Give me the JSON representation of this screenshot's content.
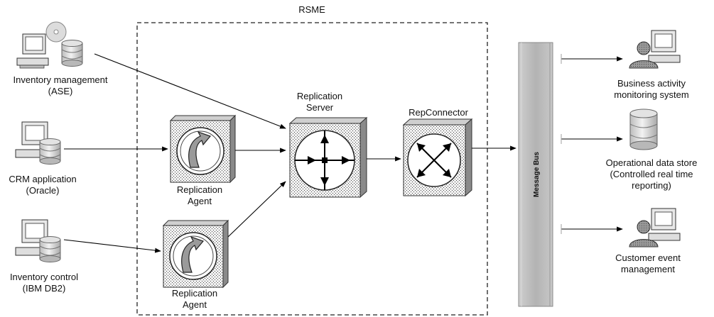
{
  "diagram": {
    "boundary_label": "RSME",
    "sources": [
      {
        "line1": "Inventory management",
        "line2": "(ASE)"
      },
      {
        "line1": "CRM application",
        "line2": "(Oracle)"
      },
      {
        "line1": "Inventory control",
        "line2": "(IBM DB2)"
      }
    ],
    "agents": [
      {
        "line1": "Replication",
        "line2": "Agent"
      },
      {
        "line1": "Replication",
        "line2": "Agent"
      }
    ],
    "replication_server": {
      "line1": "Replication",
      "line2": "Server"
    },
    "repconnector": {
      "label": "RepConnector"
    },
    "message_bus": {
      "label": "Message Bus"
    },
    "targets": [
      {
        "line1": "Business activity",
        "line2": "monitoring system"
      },
      {
        "line1": "Operational data store",
        "line2": "(Controlled real time",
        "line3": "reporting)"
      },
      {
        "line1": "Customer event",
        "line2": "management"
      }
    ],
    "colors": {
      "line": "#000000",
      "bus": "#b8b8b8",
      "box_face": "#e6e6e6",
      "dots": "#555555"
    }
  }
}
